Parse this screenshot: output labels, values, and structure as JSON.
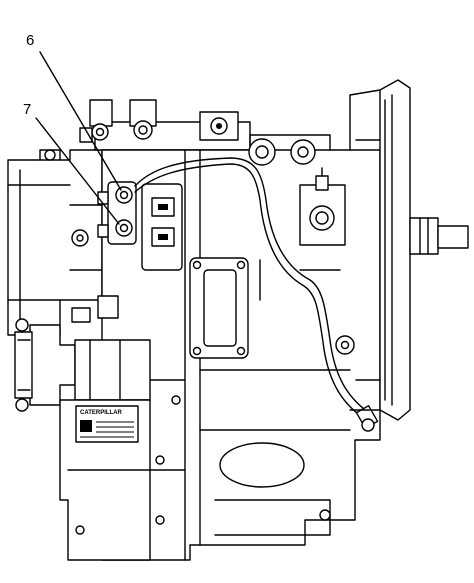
{
  "callouts": [
    {
      "label": "6"
    },
    {
      "label": "7"
    }
  ],
  "nameplate": {
    "brand": "CATERPILLAR"
  }
}
